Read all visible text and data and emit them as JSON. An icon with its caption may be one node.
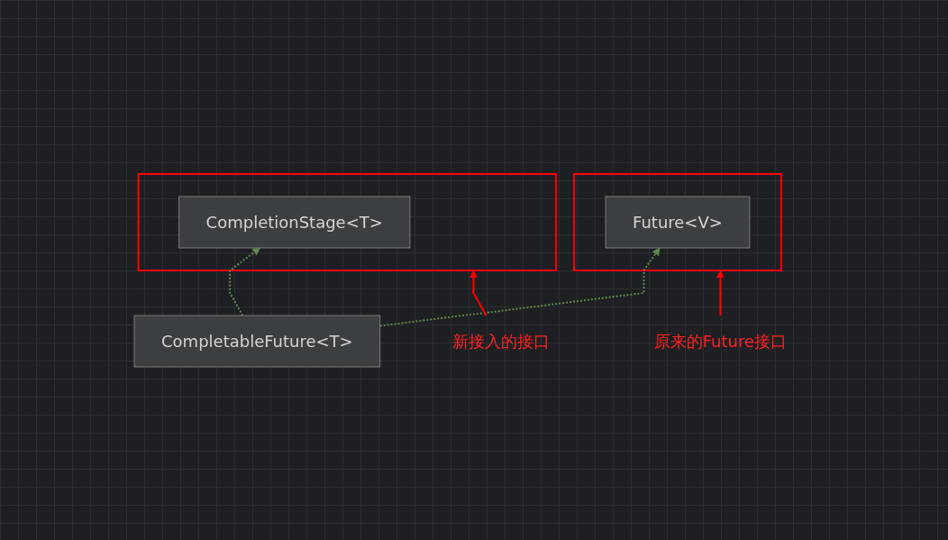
{
  "diagram": {
    "nodes": [
      {
        "text": [],
        "shape": "box"
      },
      {
        "text": [
          "Future<V>"
        ],
        "in": 0
      },
      {
        "text": [],
        "shape": "box"
      },
      {
        "text": [
          "CompletionStage<T>"
        ],
        "in": 2
      },
      {
        "text": [
          "CompletableFuture<T>"
        ]
      },
      {
        "text": [
          "原来的Future接口"
        ]
      },
      {
        "text": [
          "新接入的接口"
        ]
      }
    ],
    "edges": [
      {
        "from": 4,
        "to": 1,
        "arrow": "to",
        "style": "dashed",
        "color": "#5f8a4f"
      },
      {
        "from": 4,
        "to": 3,
        "arrow": "to",
        "style": "dashed",
        "color": "#5f8a4f"
      },
      {
        "from": 5,
        "to": 0,
        "arrow": "to",
        "color": "#ff0000"
      },
      {
        "from": 6,
        "to": 2,
        "arrow": "to",
        "color": "#ff0000"
      }
    ]
  }
}
